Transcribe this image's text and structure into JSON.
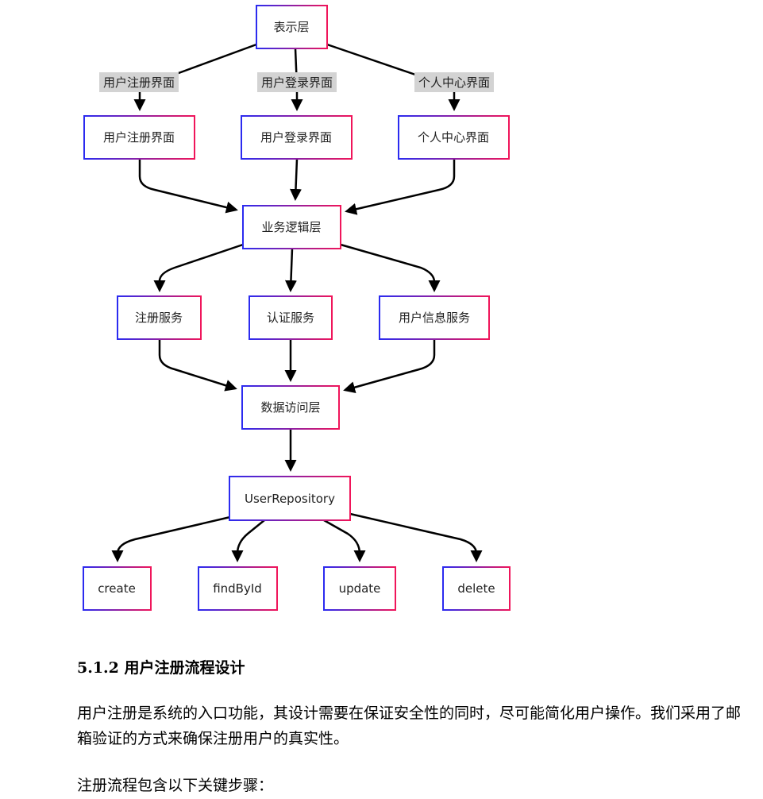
{
  "diagram": {
    "nodes": {
      "presentation": "表示层",
      "register_ui": "用户注册界面",
      "login_ui": "用户登录界面",
      "profile_ui": "个人中心界面",
      "business": "业务逻辑层",
      "register_service": "注册服务",
      "auth_service": "认证服务",
      "userinfo_service": "用户信息服务",
      "data_access": "数据访问层",
      "repository": "UserRepository",
      "create": "create",
      "find_by_id": "findById",
      "update": "update",
      "delete": "delete"
    },
    "edge_labels": {
      "to_register": "用户注册界面",
      "to_login": "用户登录界面",
      "to_profile": "个人中心界面"
    },
    "colors": {
      "gradient_start": "#2b2bf0",
      "gradient_end": "#f0155a",
      "edge": "#000000",
      "edge_label_bg": "#d3d3d3"
    }
  },
  "section": {
    "heading": "5.1.2 用户注册流程设计",
    "paragraph1": "用户注册是系统的入口功能，其设计需要在保证安全性的同时，尽可能简化用户操作。我们采用了邮箱验证的方式来确保注册用户的真实性。",
    "paragraph2": "注册流程包含以下关键步骤："
  }
}
